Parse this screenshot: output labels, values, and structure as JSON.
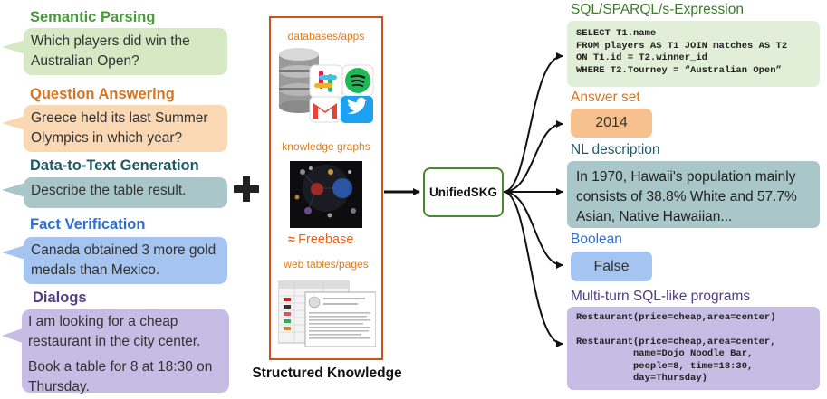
{
  "tasks": [
    {
      "title": "Semantic Parsing",
      "color": "#4a9a3c",
      "bubble": "Which players did win the Australian Open?",
      "fill": "#d6e9c4"
    },
    {
      "title": "Question Answering",
      "color": "#d8741f",
      "bubble": "Greece held its last Summer Olympics in which year?",
      "fill": "#f9d8b3"
    },
    {
      "title": "Data-to-Text Generation",
      "color": "#1e5b66",
      "bubble": "Describe the table result.",
      "fill": "#a9c6c8"
    },
    {
      "title": "Fact Verification",
      "color": "#2f6fd0",
      "bubble": "Canada obtained 3 more gold medals than Mexico.",
      "fill": "#a5c4ef"
    },
    {
      "title": "Dialogs",
      "color": "#4e3e86",
      "bubble": "I am looking for a cheap restaurant in the city center.",
      "bubble2": "Book a table for 8 at 18:30 on Thursday.",
      "fill": "#c5bde4"
    }
  ],
  "structured": {
    "label_db": "databases/apps",
    "label_kg": "knowledge graphs",
    "freebase": "Freebase",
    "label_web": "web tables/pages",
    "caption": "Structured Knowledge",
    "plus": "+"
  },
  "model": {
    "name": "UnifiedSKG"
  },
  "outputs": {
    "sql": {
      "title": "SQL/SPARQL/s-Expression",
      "lines": [
        "SELECT T1.name",
        "FROM players AS T1 JOIN matches AS T2",
        "ON T1.id = T2.winner_id",
        "WHERE T2.Tourney = “Australian Open”"
      ]
    },
    "answer": {
      "title": "Answer set",
      "value": "2014"
    },
    "nl": {
      "title": "NL description",
      "text": "In 1970, Hawaii's population mainly consists of 38.8% White and 57.7% Asian, Native Hawaiian..."
    },
    "boolean": {
      "title": "Boolean",
      "value": "False"
    },
    "multiturn": {
      "title": "Multi-turn SQL-like programs",
      "line1": "Restaurant(price=cheap,area=center)",
      "line2": "Restaurant(price=cheap,area=center,\n          name=Dojo Noodle Bar,\n          people=8, time=18:30,\n          day=Thursday)"
    }
  },
  "colors": {
    "green_fill": "#d6e9c4",
    "orange_fill": "#f9d8b3",
    "teal_fill": "#a9c6c8",
    "teal_dark": "#1e5b66",
    "blue_fill": "#a5c4ef",
    "purple_fill": "#c5bde4",
    "border_orange": "#c9541e",
    "model_border": "#4a8a2c",
    "out_orange": "#f7c18f",
    "out_title_green": "#3c7a2c",
    "out_title_orange": "#d8741f",
    "out_title_blue": "#2f6fd0",
    "out_title_purple": "#4e3e86",
    "out_sql_fill": "#e2efd8",
    "out_nl_fill": "#a9c6c8",
    "out_bool_fill": "#a5c4ef",
    "out_multi_fill": "#c5bde4"
  }
}
